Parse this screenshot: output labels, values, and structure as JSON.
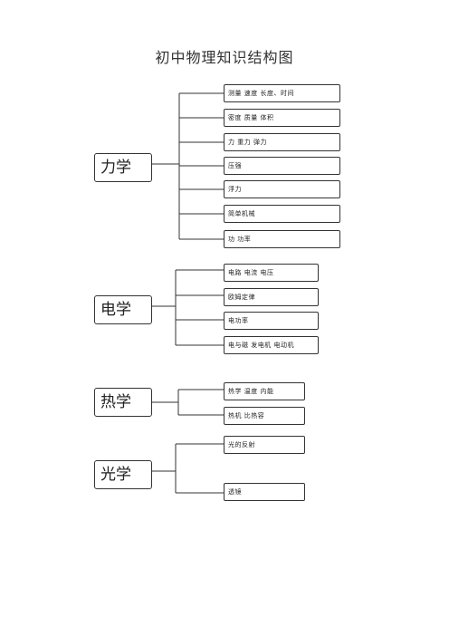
{
  "title": "初中物理知识结构图",
  "categories": {
    "mechanics": {
      "label": "力学",
      "items": [
        "测量 速度 长度、时间",
        "密度 质量 体积",
        "力 重力 弹力",
        "压强",
        "浮力",
        "简单机械",
        "功 功率"
      ]
    },
    "electricity": {
      "label": "电学",
      "items": [
        "电路 电流 电压",
        "欧姆定律",
        "电功率",
        "电与磁 发电机 电动机"
      ]
    },
    "heat": {
      "label": "热学",
      "items": [
        "热学 温度 内能",
        "热机 比热容"
      ]
    },
    "optics": {
      "label": "光学",
      "items": [
        "光的反射",
        "透镜"
      ]
    }
  }
}
